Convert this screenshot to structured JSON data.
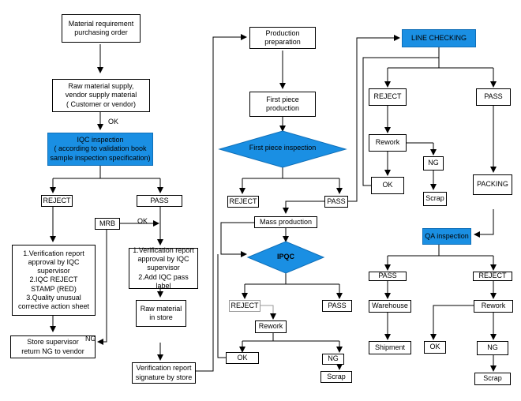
{
  "nodes": {
    "material_requirement": "Material requirement\npurchasing order",
    "raw_material_supply": "Raw material supply,\nvendor supply material\n( Customer or vendor)",
    "iqc_inspection": "IQC inspection\n( according to validation book\nsample inspection specification)",
    "iqc_reject": "REJECT",
    "iqc_pass": "PASS",
    "mrb": "MRB",
    "verification_reject": "1.Verification  report\napproval by IQC supervisor\n2.IQC REJECT\nSTAMP (RED)\n3.Quality unusual\ncorrective action sheet",
    "store_supervisor": "Store supervisor\nreturn NG to vendor",
    "verification_pass": "1.Verification report\napproval by IQC\nsupervisor\n2.Add IQC pass\nlabel",
    "raw_material_store": "Raw material\nin store",
    "verification_signature": "Verification report\nsignature by store",
    "production_preparation": "Production\npreparation",
    "first_piece_production": "First piece\nproduction",
    "first_piece_inspection": "First piece inspection",
    "fp_reject": "REJECT",
    "fp_pass": "PASS",
    "mass_production": "Mass production",
    "ipqc": "IPQC",
    "ipqc_reject": "REJECT",
    "ipqc_pass": "PASS",
    "ipqc_rework": "Rework",
    "ipqc_ok": "OK",
    "ipqc_ng": "NG",
    "ipqc_scrap": "Scrap",
    "line_checking": "LINE CHECKING",
    "lc_reject": "REJECT",
    "lc_pass": "PASS",
    "lc_rework": "Rework",
    "lc_ng": "NG",
    "lc_ok": "OK",
    "lc_scrap": "Scrap",
    "packing": "PACKING",
    "qa_inspection": "QA inspection",
    "qa_pass": "PASS",
    "qa_reject": "REJECT",
    "warehouse": "Warehouse",
    "shipment": "Shipment",
    "qa_rework": "Rework",
    "qa_ok": "OK",
    "qa_ng": "NG",
    "qa_scrap": "Scrap"
  },
  "edge_labels": {
    "ok_after_supply": "OK",
    "ok_mrb": "OK",
    "ng_store": "NG"
  },
  "colors": {
    "highlight": "#1a8fe3"
  }
}
